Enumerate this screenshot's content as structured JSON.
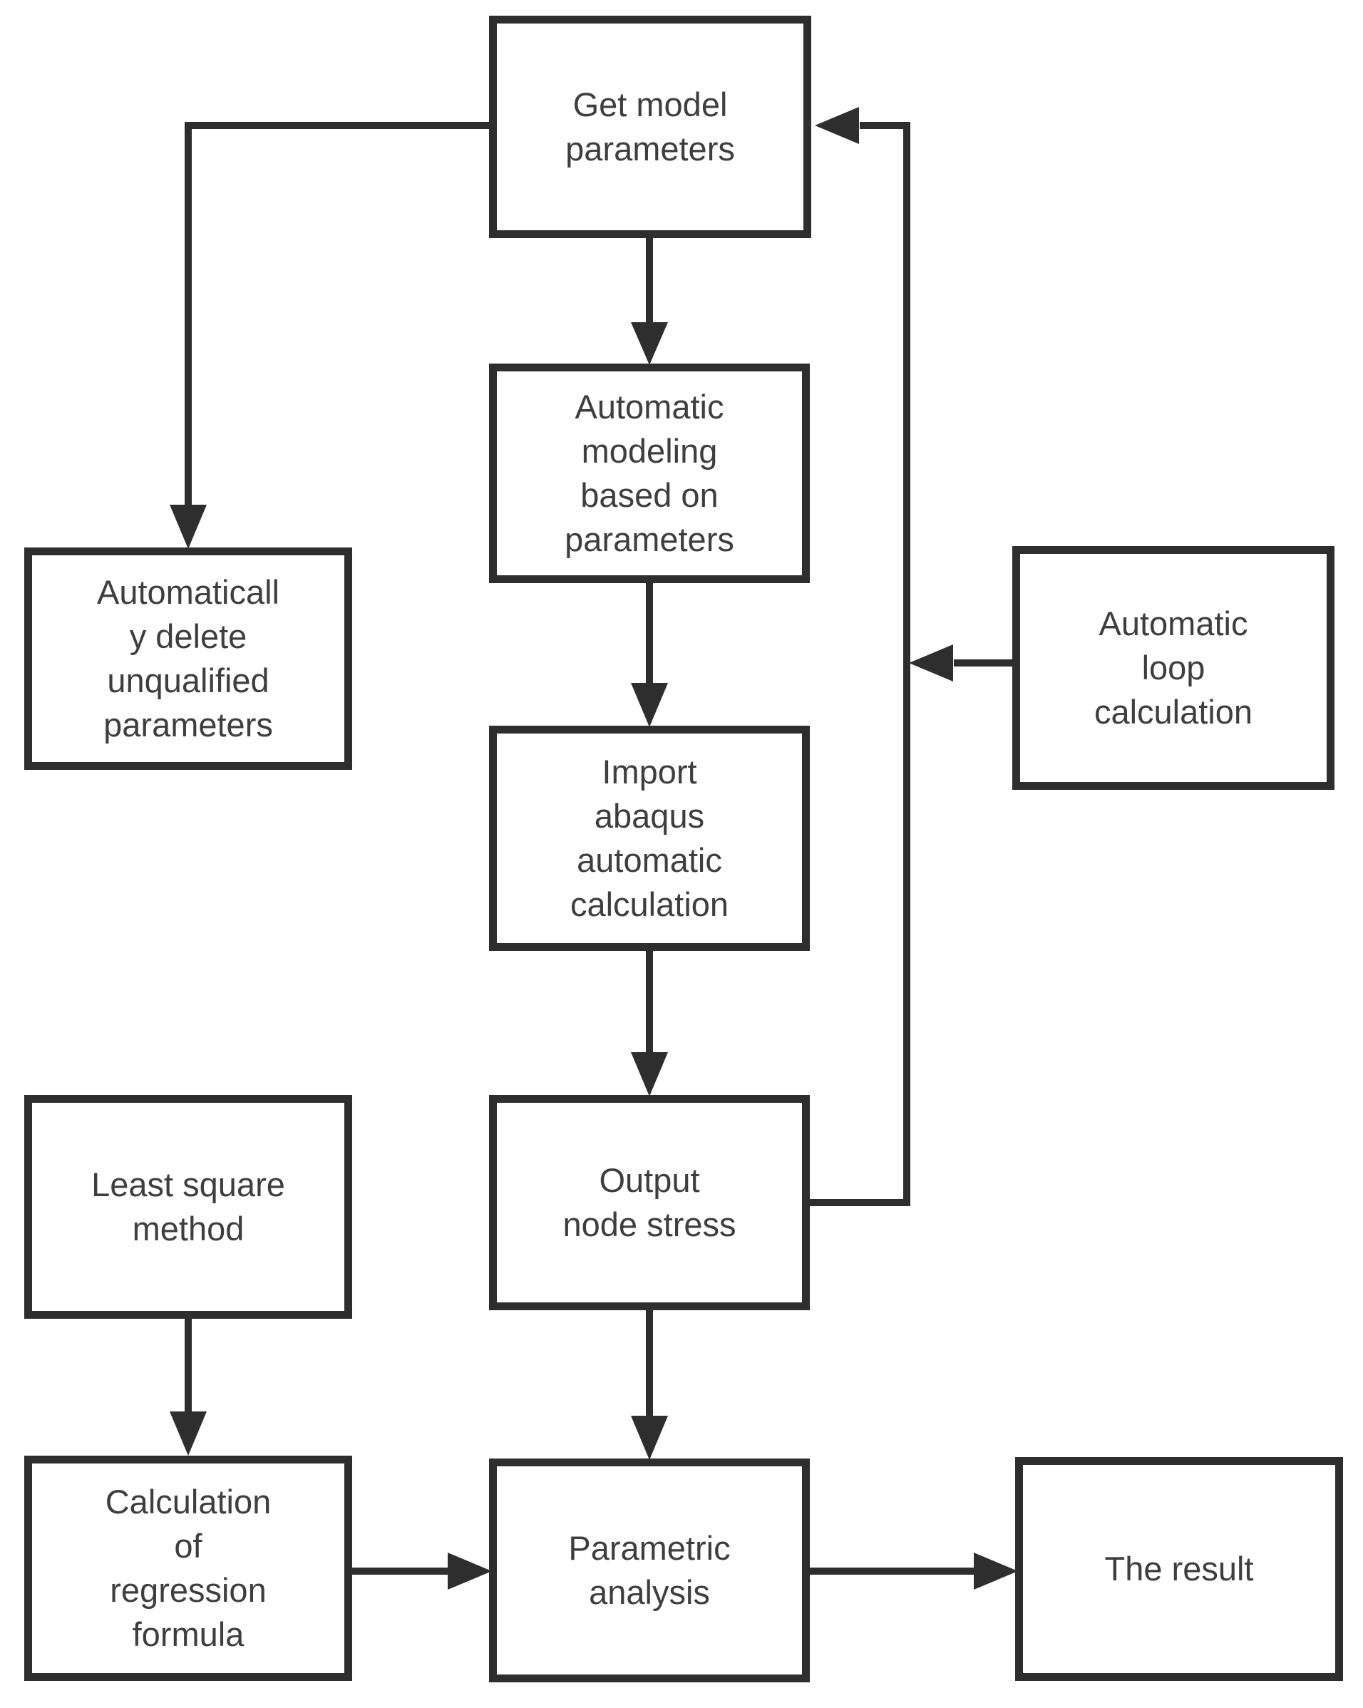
{
  "colors": {
    "line": "#2e2e2e",
    "text": "#3e3e3e",
    "background": "#ffffff"
  },
  "nodes": {
    "get_model": {
      "label": "Get model\nparameters"
    },
    "auto_modeling": {
      "label": "Automatic\nmodeling\nbased on\nparameters"
    },
    "import_abaqus": {
      "label": "Import\nabaqus\nautomatic\ncalculation"
    },
    "output_node": {
      "label": "Output\nnode stress"
    },
    "parametric": {
      "label": "Parametric\nanalysis"
    },
    "auto_delete": {
      "label": "Automaticall\ny delete\nunqualified\nparameters"
    },
    "least_square": {
      "label": "Least square\nmethod"
    },
    "calc_regression": {
      "label": "Calculation\nof\nregression\nformula"
    },
    "auto_loop": {
      "label": "Automatic\nloop\ncalculation"
    },
    "the_result": {
      "label": "The result"
    }
  },
  "edges": [
    {
      "from": "get_model",
      "to": "auto_modeling",
      "arrow": "down"
    },
    {
      "from": "auto_modeling",
      "to": "import_abaqus",
      "arrow": "down"
    },
    {
      "from": "import_abaqus",
      "to": "output_node",
      "arrow": "down"
    },
    {
      "from": "output_node",
      "to": "parametric",
      "arrow": "down"
    },
    {
      "from": "get_model",
      "to": "auto_delete",
      "arrow": "down",
      "route": "left-then-down"
    },
    {
      "from": "output_node",
      "to": "get_model",
      "arrow": "left",
      "route": "right-then-up-loop"
    },
    {
      "from": "auto_loop",
      "to": "loop_line",
      "arrow": "left"
    },
    {
      "from": "least_square",
      "to": "calc_regression",
      "arrow": "down"
    },
    {
      "from": "calc_regression",
      "to": "parametric",
      "arrow": "right"
    },
    {
      "from": "parametric",
      "to": "the_result",
      "arrow": "right"
    }
  ]
}
